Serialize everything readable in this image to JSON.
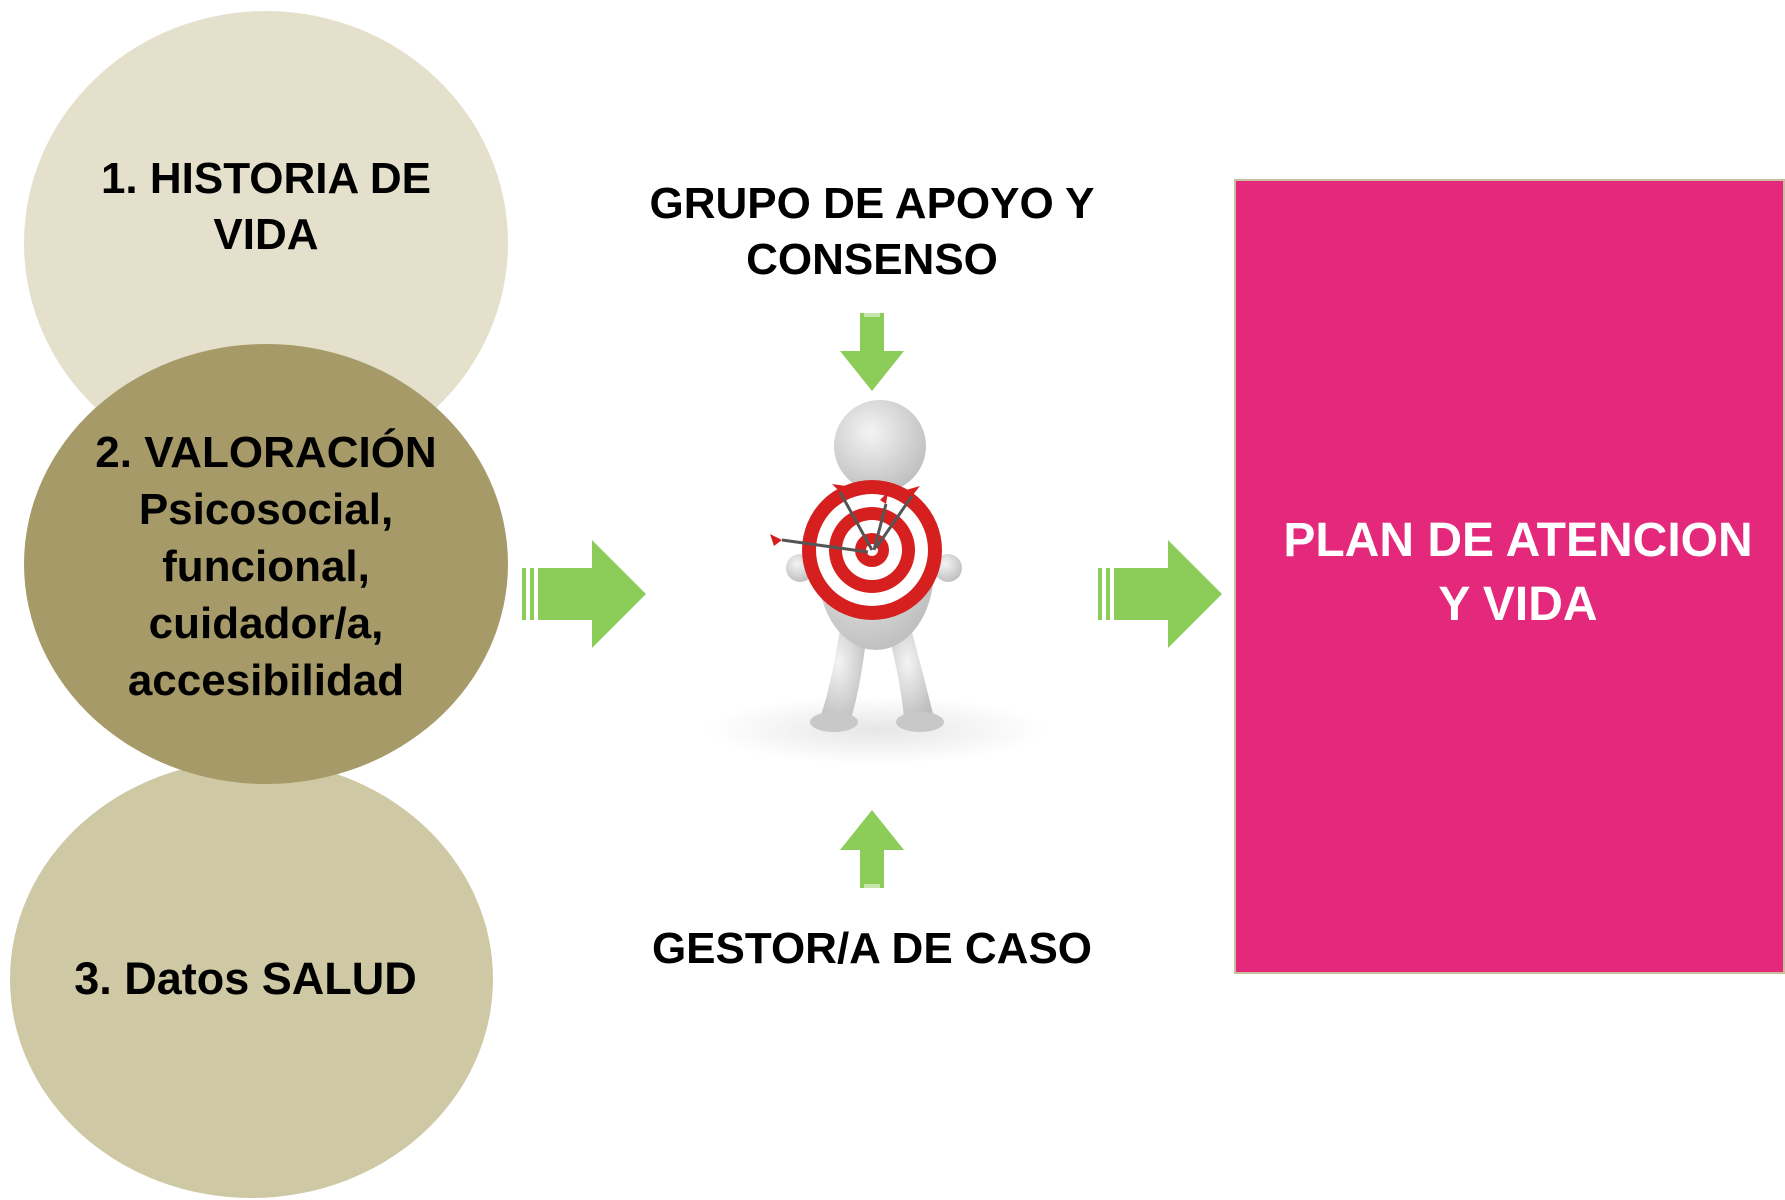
{
  "steps": [
    {
      "label": "1. HISTORIA DE\nVIDA"
    },
    {
      "label": "2. VALORACIÓN\nPsicosocial,\nfuncional,\ncuidador/a,\naccesibilidad"
    },
    {
      "label": "3. Datos SALUD"
    }
  ],
  "inputs": {
    "top": "GRUPO DE APOYO Y\nCONSENSO",
    "bottom": "GESTOR/A DE CASO"
  },
  "outcome": {
    "label": "PLAN DE ATENCION\nY VIDA"
  },
  "colors": {
    "circle_1": "#e4e0cc",
    "circle_2": "#a69b68",
    "circle_3": "#cec8a4",
    "arrow": "#8ccd5a",
    "plan_box": "#e4287b"
  },
  "icons": {
    "center_image": "person-with-target-icon",
    "arrows": "green-arrow-icon"
  }
}
